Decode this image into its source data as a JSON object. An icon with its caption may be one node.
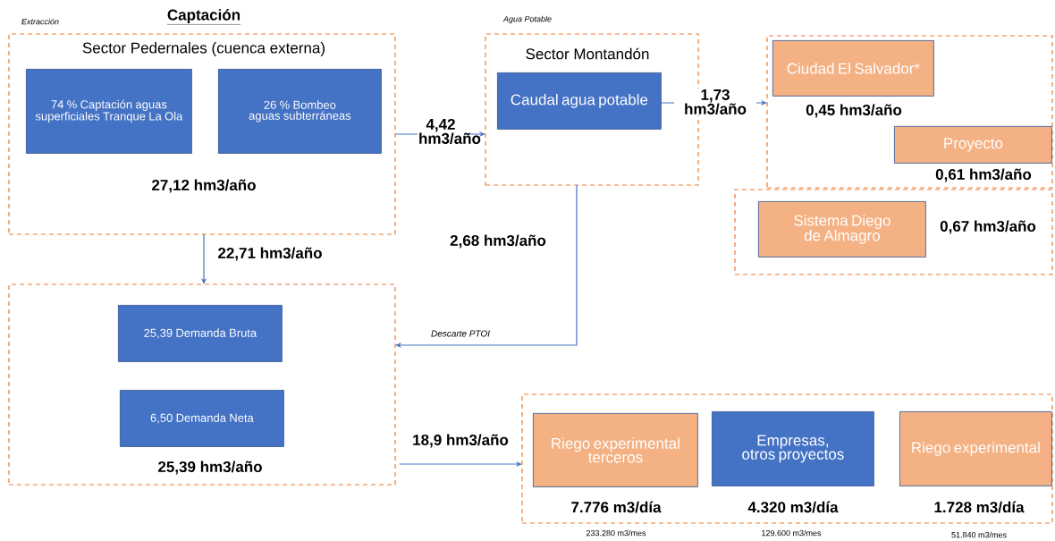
{
  "diagram": {
    "title": "Captación",
    "nodes": [
      {
        "text": [
          "Sector Pedernales (cuenca externa)",
          "27,12 hm3/año"
        ],
        "beside": [
          "Extracción"
        ]
      },
      {
        "text": [
          "74 % Captación aguas superficiales Tranque La Ola"
        ],
        "in": 0
      },
      {
        "text": [
          "26 % Bombeo aguas subterráneas"
        ],
        "in": 0
      },
      {
        "text": [
          "Sector Montandón"
        ],
        "beside": [
          "Agua Potable"
        ]
      },
      {
        "text": [
          "Caudal agua potable"
        ],
        "in": 3
      },
      {
        "text": [],
        "shape": "box"
      },
      {
        "text": [
          "Ciudad El Salvador*"
        ],
        "in": 5,
        "beside": [
          "0,45 hm3/año"
        ]
      },
      {
        "text": [
          "Proyecto"
        ],
        "in": 5,
        "beside": [
          "0,61 hm3/año"
        ]
      },
      {
        "text": [],
        "shape": "box"
      },
      {
        "text": [
          "Sistema Diego de Almagro"
        ],
        "in": 8,
        "beside": [
          "0,67 hm3/año"
        ]
      },
      {
        "text": [
          "25,39 hm3/año"
        ]
      },
      {
        "text": [
          "25,39 Demanda Bruta"
        ],
        "in": 10
      },
      {
        "text": [
          "6,50 Demanda Neta"
        ],
        "in": 10
      },
      {
        "text": [],
        "shape": "box"
      },
      {
        "text": [
          "Riego experimental terceros"
        ],
        "in": 13,
        "beside": [
          "7.776  m3/día",
          "233.280 m3/mes"
        ]
      },
      {
        "text": [
          "Empresas, otros proyectos"
        ],
        "in": 13,
        "beside": [
          "4.320 m3/día",
          "129.600 m3/mes"
        ]
      },
      {
        "text": [
          "Riego experimental"
        ],
        "in": 13,
        "beside": [
          "1.728 m3/día",
          "51.840 m3/mes"
        ]
      }
    ],
    "edges": [
      {
        "from": 0,
        "to": 3,
        "arrow": "to",
        "label": "4,42 hm3/año"
      },
      {
        "from": 4,
        "to": 5,
        "arrow": "to",
        "label": "1,73 hm3/año"
      },
      {
        "from": 0,
        "to": 10,
        "arrow": "to",
        "label": "22,71 hm3/año"
      },
      {
        "from": 3,
        "to": 10,
        "arrow": "to",
        "label": "2,68 hm3/año"
      },
      {
        "from": 10,
        "to": 13,
        "arrow": "to",
        "label": "18,9 hm3/año"
      }
    ],
    "labels": [
      "Descarte PTOI"
    ]
  }
}
